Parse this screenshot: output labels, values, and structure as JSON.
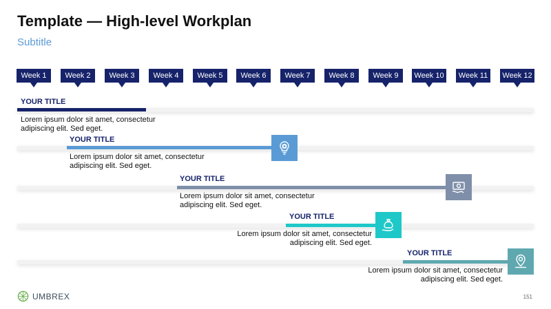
{
  "header": {
    "title": "Template — High-level Workplan",
    "subtitle": "Subtitle"
  },
  "weeks": [
    "Week 1",
    "Week 2",
    "Week 3",
    "Week 4",
    "Week 5",
    "Week 6",
    "Week 7",
    "Week 8",
    "Week 9",
    "Week 10",
    "Week 11",
    "Week 12"
  ],
  "tasks": [
    {
      "title": "YOUR TITLE",
      "desc": "Lorem ipsum dolor sit amet, consectetur adipiscing elit. Sed eget.",
      "color": "#16236a",
      "icon": "none"
    },
    {
      "title": "YOUR TITLE",
      "desc": "Lorem ipsum dolor sit amet, consectetur adipiscing elit. Sed eget.",
      "color": "#5b9bd5",
      "icon": "lightbulb-chip-icon"
    },
    {
      "title": "YOUR TITLE",
      "desc": "Lorem ipsum dolor sit amet, consectetur adipiscing elit. Sed eget.",
      "color": "#7f8fa9",
      "icon": "money-transfer-icon"
    },
    {
      "title": "YOUR TITLE",
      "desc": "Lorem ipsum dolor sit amet, consectetur adipiscing elit. Sed eget.",
      "color": "#1ec8c8",
      "icon": "money-bag-hand-icon"
    },
    {
      "title": "YOUR TITLE",
      "desc": "Lorem ipsum dolor sit amet, consectetur adipiscing elit. Sed eget.",
      "color": "#5fa8b0",
      "icon": "location-dollar-icon"
    }
  ],
  "footer": {
    "logo": "UMBREX",
    "page": "151"
  }
}
